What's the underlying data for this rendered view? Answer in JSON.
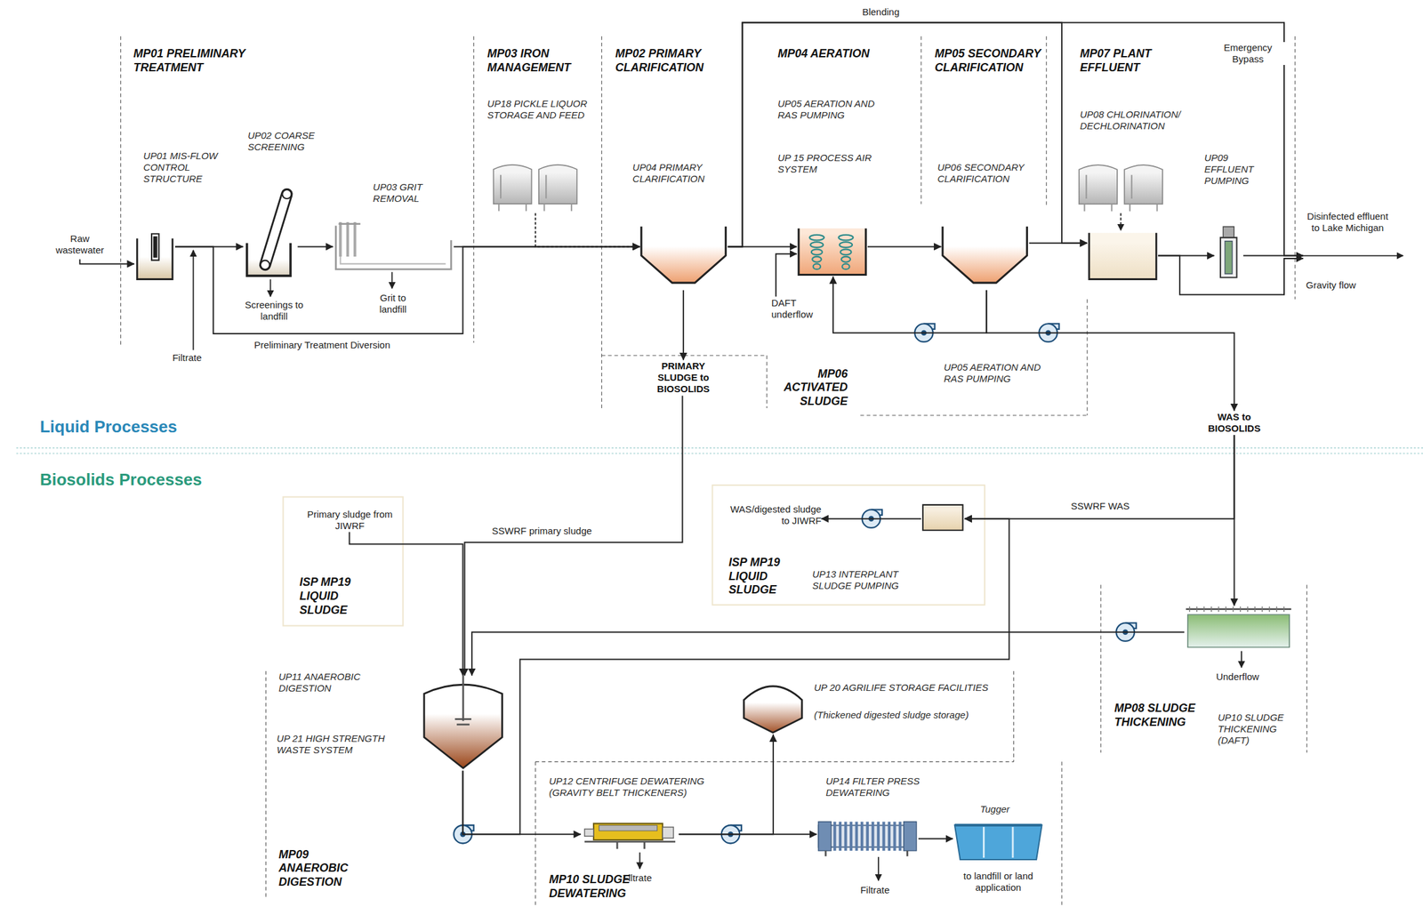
{
  "diagram": {
    "nodes": [
      {
        "text": [
          "Raw wastewater"
        ]
      },
      {
        "text": [
          "UP01 MIS-FLOW CONTROL STRUCTURE"
        ]
      },
      {
        "text": [
          "UP02 COARSE SCREENING"
        ]
      },
      {
        "text": [
          "UP03 GRIT REMOVAL"
        ]
      },
      {
        "text": [
          "UP18 PICKLE LIQUOR STORAGE AND FEED"
        ]
      },
      {
        "text": [
          "UP04 PRIMARY CLARIFICATION"
        ]
      },
      {
        "text": [
          "PRIMARY SLUDGE to BIOSOLIDS"
        ]
      },
      {
        "text": [
          "UP05 AERATION AND RAS PUMPING",
          "UP 15 PROCESS AIR SYSTEM"
        ]
      },
      {
        "text": [
          "DAFT underflow"
        ]
      },
      {
        "text": [
          "UP06 SECONDARY CLARIFICATION"
        ]
      },
      {
        "text": [
          "UP08 CHLORINATION/ DECHLORINATION"
        ]
      },
      {
        "text": [
          "UP09 EFFLUENT PUMPING"
        ]
      },
      {
        "text": [
          "Disinfected effluent to Lake Michigan"
        ]
      },
      {
        "text": [
          "WAS to BIOSOLIDS"
        ]
      },
      {
        "text": [
          "UP10 SLUDGE THICKENING (DAFT)"
        ]
      },
      {
        "text": [
          "UP13 INTERPLANT SLUDGE PUMPING"
        ]
      },
      {
        "text": [
          "WAS/digested sludge to JIWRF"
        ]
      },
      {
        "text": [
          "Primary sludge from JIWRF"
        ]
      },
      {
        "text": [
          "UP11 ANAEROBIC DIGESTION",
          "UP 21 HIGH STRENGTH WASTE SYSTEM"
        ]
      },
      {
        "text": [
          "UP12 CENTRIFUGE DEWATERING (GRAVITY BELT THICKENERS)"
        ]
      },
      {
        "text": [
          "UP 20 AGRILIFE STORAGE FACILITIES",
          "(Thickened digested sludge storage)"
        ]
      },
      {
        "text": [
          "UP14 FILTER PRESS DEWATERING"
        ]
      },
      {
        "text": [
          "Tugger",
          "to landfill or land application"
        ]
      }
    ],
    "edges": [
      {
        "from": 0,
        "to": 1,
        "arrow": "to"
      },
      {
        "from": 1,
        "to": 2,
        "arrow": "to"
      },
      {
        "from": 2,
        "to": 3,
        "arrow": "to"
      },
      {
        "from": 3,
        "to": 5,
        "arrow": "to"
      },
      {
        "from": 1,
        "to": 5,
        "arrow": "to",
        "label": "Preliminary Treatment Diversion"
      },
      {
        "from": 4,
        "to": 5,
        "arrow": "to"
      },
      {
        "from": 5,
        "to": 6,
        "arrow": "to"
      },
      {
        "from": 5,
        "to": 7,
        "arrow": "to"
      },
      {
        "from": 5,
        "to": 10,
        "arrow": "to",
        "label": "Blending"
      },
      {
        "from": 5,
        "to": 12,
        "arrow": "to",
        "label": "Emergency Bypass"
      },
      {
        "from": 8,
        "to": 7,
        "arrow": "to"
      },
      {
        "from": 7,
        "to": 9,
        "arrow": "to"
      },
      {
        "from": 9,
        "to": 10,
        "arrow": "to"
      },
      {
        "from": 9,
        "to": 7,
        "arrow": "to"
      },
      {
        "from": 9,
        "to": 13,
        "arrow": "to"
      },
      {
        "from": 10,
        "to": 11,
        "arrow": "to"
      },
      {
        "from": 11,
        "to": 12,
        "arrow": "to"
      },
      {
        "from": 10,
        "to": 12,
        "arrow": "to",
        "label": "Gravity flow"
      },
      {
        "from": 13,
        "to": 14,
        "arrow": "to"
      },
      {
        "from": 13,
        "to": 15,
        "arrow": "to",
        "label": "SSWRF WAS"
      },
      {
        "from": 15,
        "to": 16,
        "arrow": "to"
      },
      {
        "from": 17,
        "to": 18,
        "arrow": "to"
      },
      {
        "from": 6,
        "to": 18,
        "arrow": "to",
        "label": "SSWRF primary sludge"
      },
      {
        "from": 14,
        "to": 18,
        "arrow": "to"
      },
      {
        "from": 18,
        "to": 19,
        "arrow": "to"
      },
      {
        "from": 18,
        "to": 15,
        "arrow": "to"
      },
      {
        "from": 19,
        "to": 21,
        "arrow": "to"
      },
      {
        "from": 19,
        "to": 20,
        "arrow": "to"
      },
      {
        "from": 21,
        "to": 22,
        "arrow": "to"
      }
    ],
    "labels": [
      "MP01 PRELIMINARY TREATMENT",
      "MP03 IRON MANAGEMENT",
      "MP02 PRIMARY CLARIFICATION",
      "MP04 AERATION",
      "MP05 SECONDARY CLARIFICATION",
      "MP07 PLANT EFFLUENT",
      "MP06 ACTIVATED SLUDGE",
      "Screenings to landfill",
      "Grit to landfill",
      "Filtrate",
      "UP05 AERATION AND RAS PUMPING",
      "Liquid Processes",
      "Biosolids Processes",
      "ISP MP19 LIQUID SLUDGE",
      "ISP MP19 LIQUID SLUDGE",
      "MP08 SLUDGE THICKENING",
      "Underflow",
      "MP09 ANAEROBIC DIGESTION",
      "MP10 SLUDGE DEWATERING",
      "Filtrate",
      "Filtrate"
    ]
  }
}
